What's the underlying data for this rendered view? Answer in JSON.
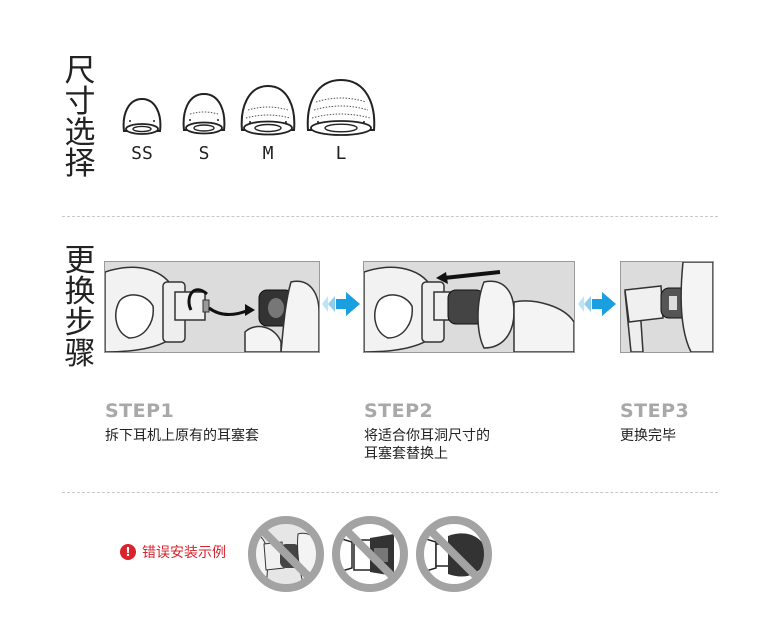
{
  "size_section": {
    "title_chars": [
      "尺",
      "寸",
      "选",
      "择"
    ],
    "sizes": [
      {
        "label": "SS"
      },
      {
        "label": "S"
      },
      {
        "label": "M"
      },
      {
        "label": "L"
      }
    ]
  },
  "steps_section": {
    "title_chars": [
      "更",
      "换",
      "步",
      "骤"
    ],
    "steps": [
      {
        "title": "STEP1",
        "desc_lines": [
          "拆下耳机上原有的耳塞套"
        ]
      },
      {
        "title": "STEP2",
        "desc_lines": [
          "将适合你耳洞尺寸的",
          "耳塞套替换上"
        ]
      },
      {
        "title": "STEP3",
        "desc_lines": [
          "更换完毕"
        ]
      }
    ]
  },
  "wrong_section": {
    "label": "错误安装示例",
    "icon": "exclamation-circle-icon"
  },
  "colors": {
    "accent_blue": "#1a9ee0",
    "warn_red": "#d9232d",
    "step_gray": "#a8a8a8"
  }
}
